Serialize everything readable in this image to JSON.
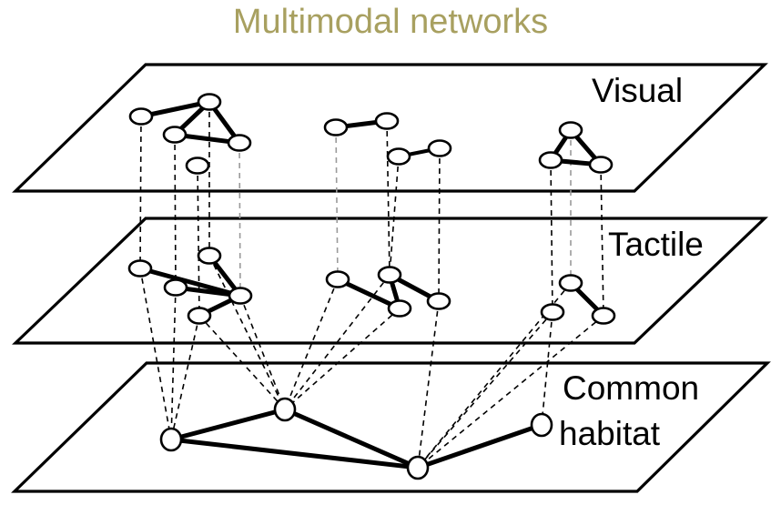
{
  "title": "Multimodal networks",
  "colors": {
    "title": "#a8a060",
    "line": "#000000",
    "light_link": "#9a9a9a",
    "background": "#ffffff"
  },
  "layers": [
    {
      "id": "visual",
      "label_lines": [
        "Visual"
      ],
      "nodes": [
        "V1",
        "V2",
        "V3",
        "V4",
        "V5",
        "V6",
        "V7",
        "V8",
        "V9",
        "V10",
        "V11",
        "V12"
      ],
      "edges": [
        {
          "from": "V1",
          "to": "V2",
          "weight": "thick"
        },
        {
          "from": "V2",
          "to": "V3",
          "weight": "thick"
        },
        {
          "from": "V2",
          "to": "V4",
          "weight": "thick"
        },
        {
          "from": "V3",
          "to": "V4",
          "weight": "thick"
        },
        {
          "from": "V6",
          "to": "V7",
          "weight": "thick"
        },
        {
          "from": "V8",
          "to": "V9",
          "weight": "medium"
        },
        {
          "from": "V10",
          "to": "V11",
          "weight": "thick"
        },
        {
          "from": "V10",
          "to": "V12",
          "weight": "thick"
        },
        {
          "from": "V11",
          "to": "V12",
          "weight": "thick"
        }
      ]
    },
    {
      "id": "tactile",
      "label_lines": [
        "Tactile"
      ],
      "nodes": [
        "T1",
        "T2",
        "T3",
        "T4",
        "T5",
        "T6",
        "T7",
        "T8",
        "T9",
        "T10",
        "T11",
        "T12"
      ],
      "edges": [
        {
          "from": "T1",
          "to": "T4",
          "weight": "thick"
        },
        {
          "from": "T2",
          "to": "T4",
          "weight": "thick"
        },
        {
          "from": "T3",
          "to": "T4",
          "weight": "thick"
        },
        {
          "from": "T5",
          "to": "T4",
          "weight": "thick"
        },
        {
          "from": "T6",
          "to": "T8",
          "weight": "thick"
        },
        {
          "from": "T7",
          "to": "T8",
          "weight": "thick"
        },
        {
          "from": "T7",
          "to": "T9",
          "weight": "thick"
        },
        {
          "from": "T11",
          "to": "T12",
          "weight": "thick"
        }
      ]
    },
    {
      "id": "common",
      "label_lines": [
        "Common",
        "habitat"
      ],
      "nodes": [
        "C1",
        "C2",
        "C3",
        "C4"
      ],
      "edges": [
        {
          "from": "C1",
          "to": "C2",
          "weight": "thick"
        },
        {
          "from": "C1",
          "to": "C3",
          "weight": "thick"
        },
        {
          "from": "C2",
          "to": "C3",
          "weight": "thick"
        },
        {
          "from": "C3",
          "to": "C4",
          "weight": "thick"
        }
      ]
    }
  ],
  "interlayer_links": [
    {
      "from": "V1",
      "to": "T1",
      "style": "dark"
    },
    {
      "from": "V3",
      "to": "T2",
      "style": "dark"
    },
    {
      "from": "V2",
      "to": "T3",
      "style": "dark"
    },
    {
      "from": "V4",
      "to": "T4",
      "style": "light"
    },
    {
      "from": "V5",
      "to": "T5",
      "style": "dark"
    },
    {
      "from": "V6",
      "to": "T6",
      "style": "light"
    },
    {
      "from": "V7",
      "to": "T7",
      "style": "dark"
    },
    {
      "from": "V8",
      "to": "T7",
      "style": "dark"
    },
    {
      "from": "V9",
      "to": "T9",
      "style": "dark"
    },
    {
      "from": "V11",
      "to": "T10",
      "style": "dark"
    },
    {
      "from": "V10",
      "to": "T11",
      "style": "light"
    },
    {
      "from": "V12",
      "to": "T12",
      "style": "dark"
    },
    {
      "from": "T1",
      "to": "C1",
      "style": "dark"
    },
    {
      "from": "T2",
      "to": "C1",
      "style": "dark"
    },
    {
      "from": "T5",
      "to": "C1",
      "style": "dark"
    },
    {
      "from": "T5",
      "to": "C2",
      "style": "dark"
    },
    {
      "from": "T4",
      "to": "C2",
      "style": "dark"
    },
    {
      "from": "T3",
      "to": "C2",
      "style": "dark"
    },
    {
      "from": "T6",
      "to": "C2",
      "style": "dark"
    },
    {
      "from": "T7",
      "to": "C2",
      "style": "dark"
    },
    {
      "from": "T8",
      "to": "C2",
      "style": "dark"
    },
    {
      "from": "T9",
      "to": "C3",
      "style": "dark"
    },
    {
      "from": "T10",
      "to": "C3",
      "style": "dark"
    },
    {
      "from": "T11",
      "to": "C3",
      "style": "dark"
    },
    {
      "from": "T12",
      "to": "C3",
      "style": "dark"
    },
    {
      "from": "T10",
      "to": "C4",
      "style": "dark"
    }
  ]
}
